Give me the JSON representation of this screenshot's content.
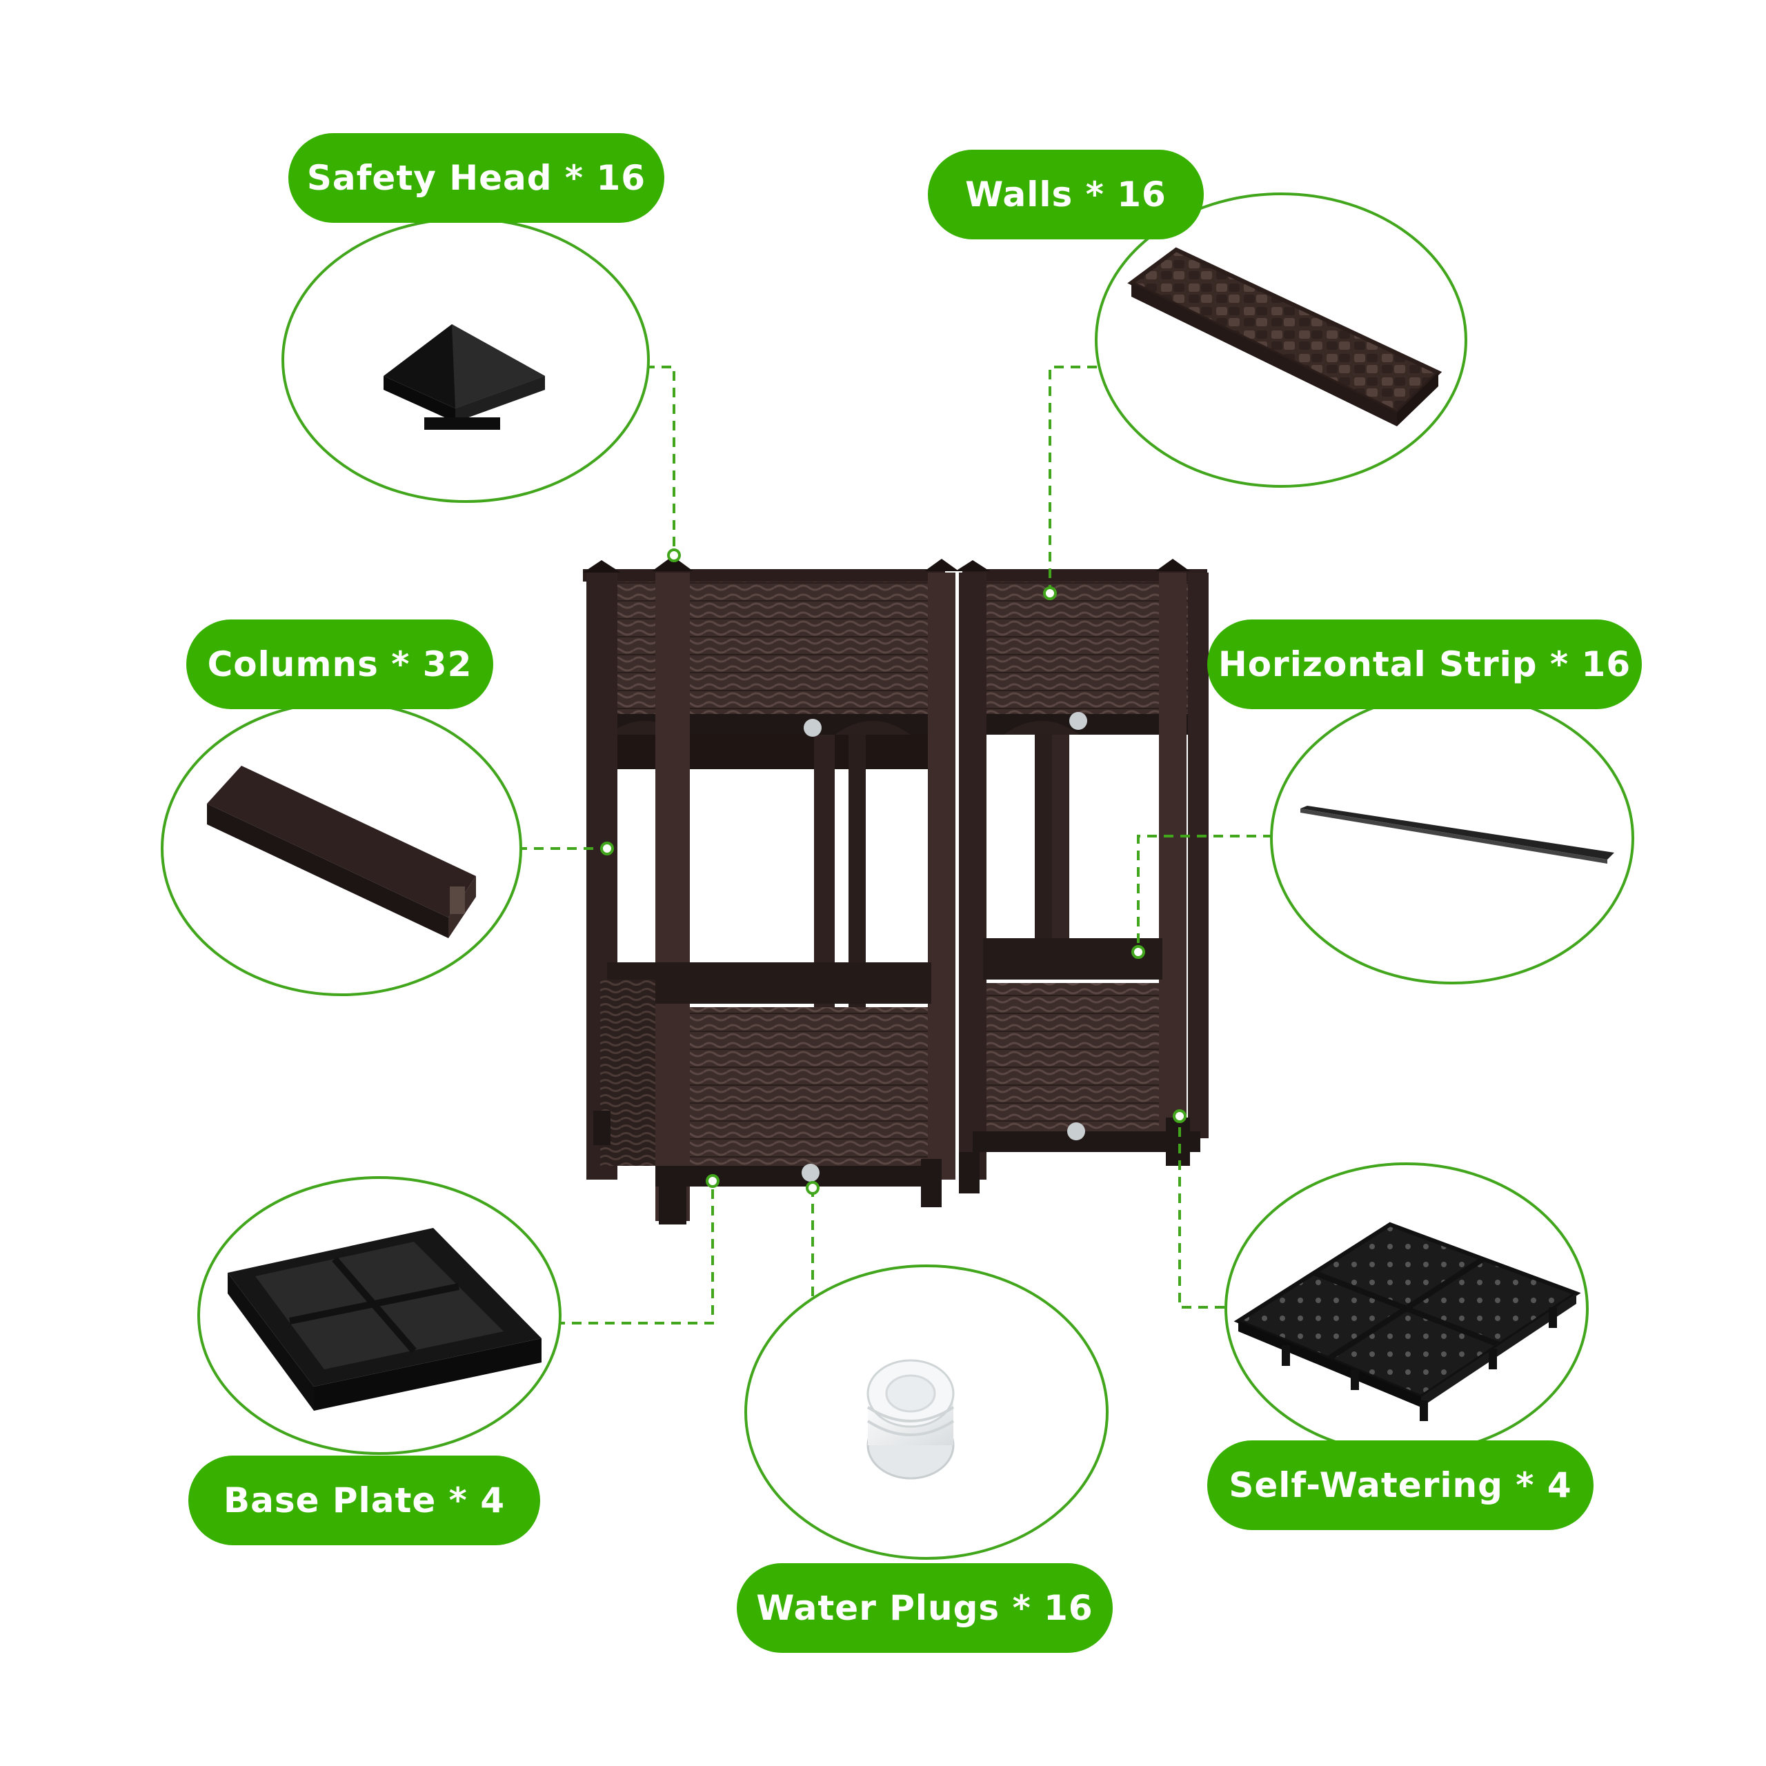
{
  "colors": {
    "accent": "#38b000",
    "ring": "#41a61c",
    "planter": "#3b2b28",
    "planter_dark": "#231816",
    "part_black": "#151515"
  },
  "labels": {
    "safety_head": "Safety Head * 16",
    "walls": "Walls * 16",
    "columns": "Columns * 32",
    "horizontal_strip": "Horizontal Strip * 16",
    "base_plate": "Base Plate * 4",
    "self_watering": "Self-Watering * 4",
    "water_plugs": "Water Plugs * 16"
  },
  "icons": {
    "safety_head": "pyramid-cap-icon",
    "walls": "wicker-panel-icon",
    "columns": "column-post-icon",
    "horizontal_strip": "strip-bar-icon",
    "base_plate": "base-plate-icon",
    "self_watering": "watering-tray-icon",
    "water_plugs": "water-plug-icon"
  }
}
